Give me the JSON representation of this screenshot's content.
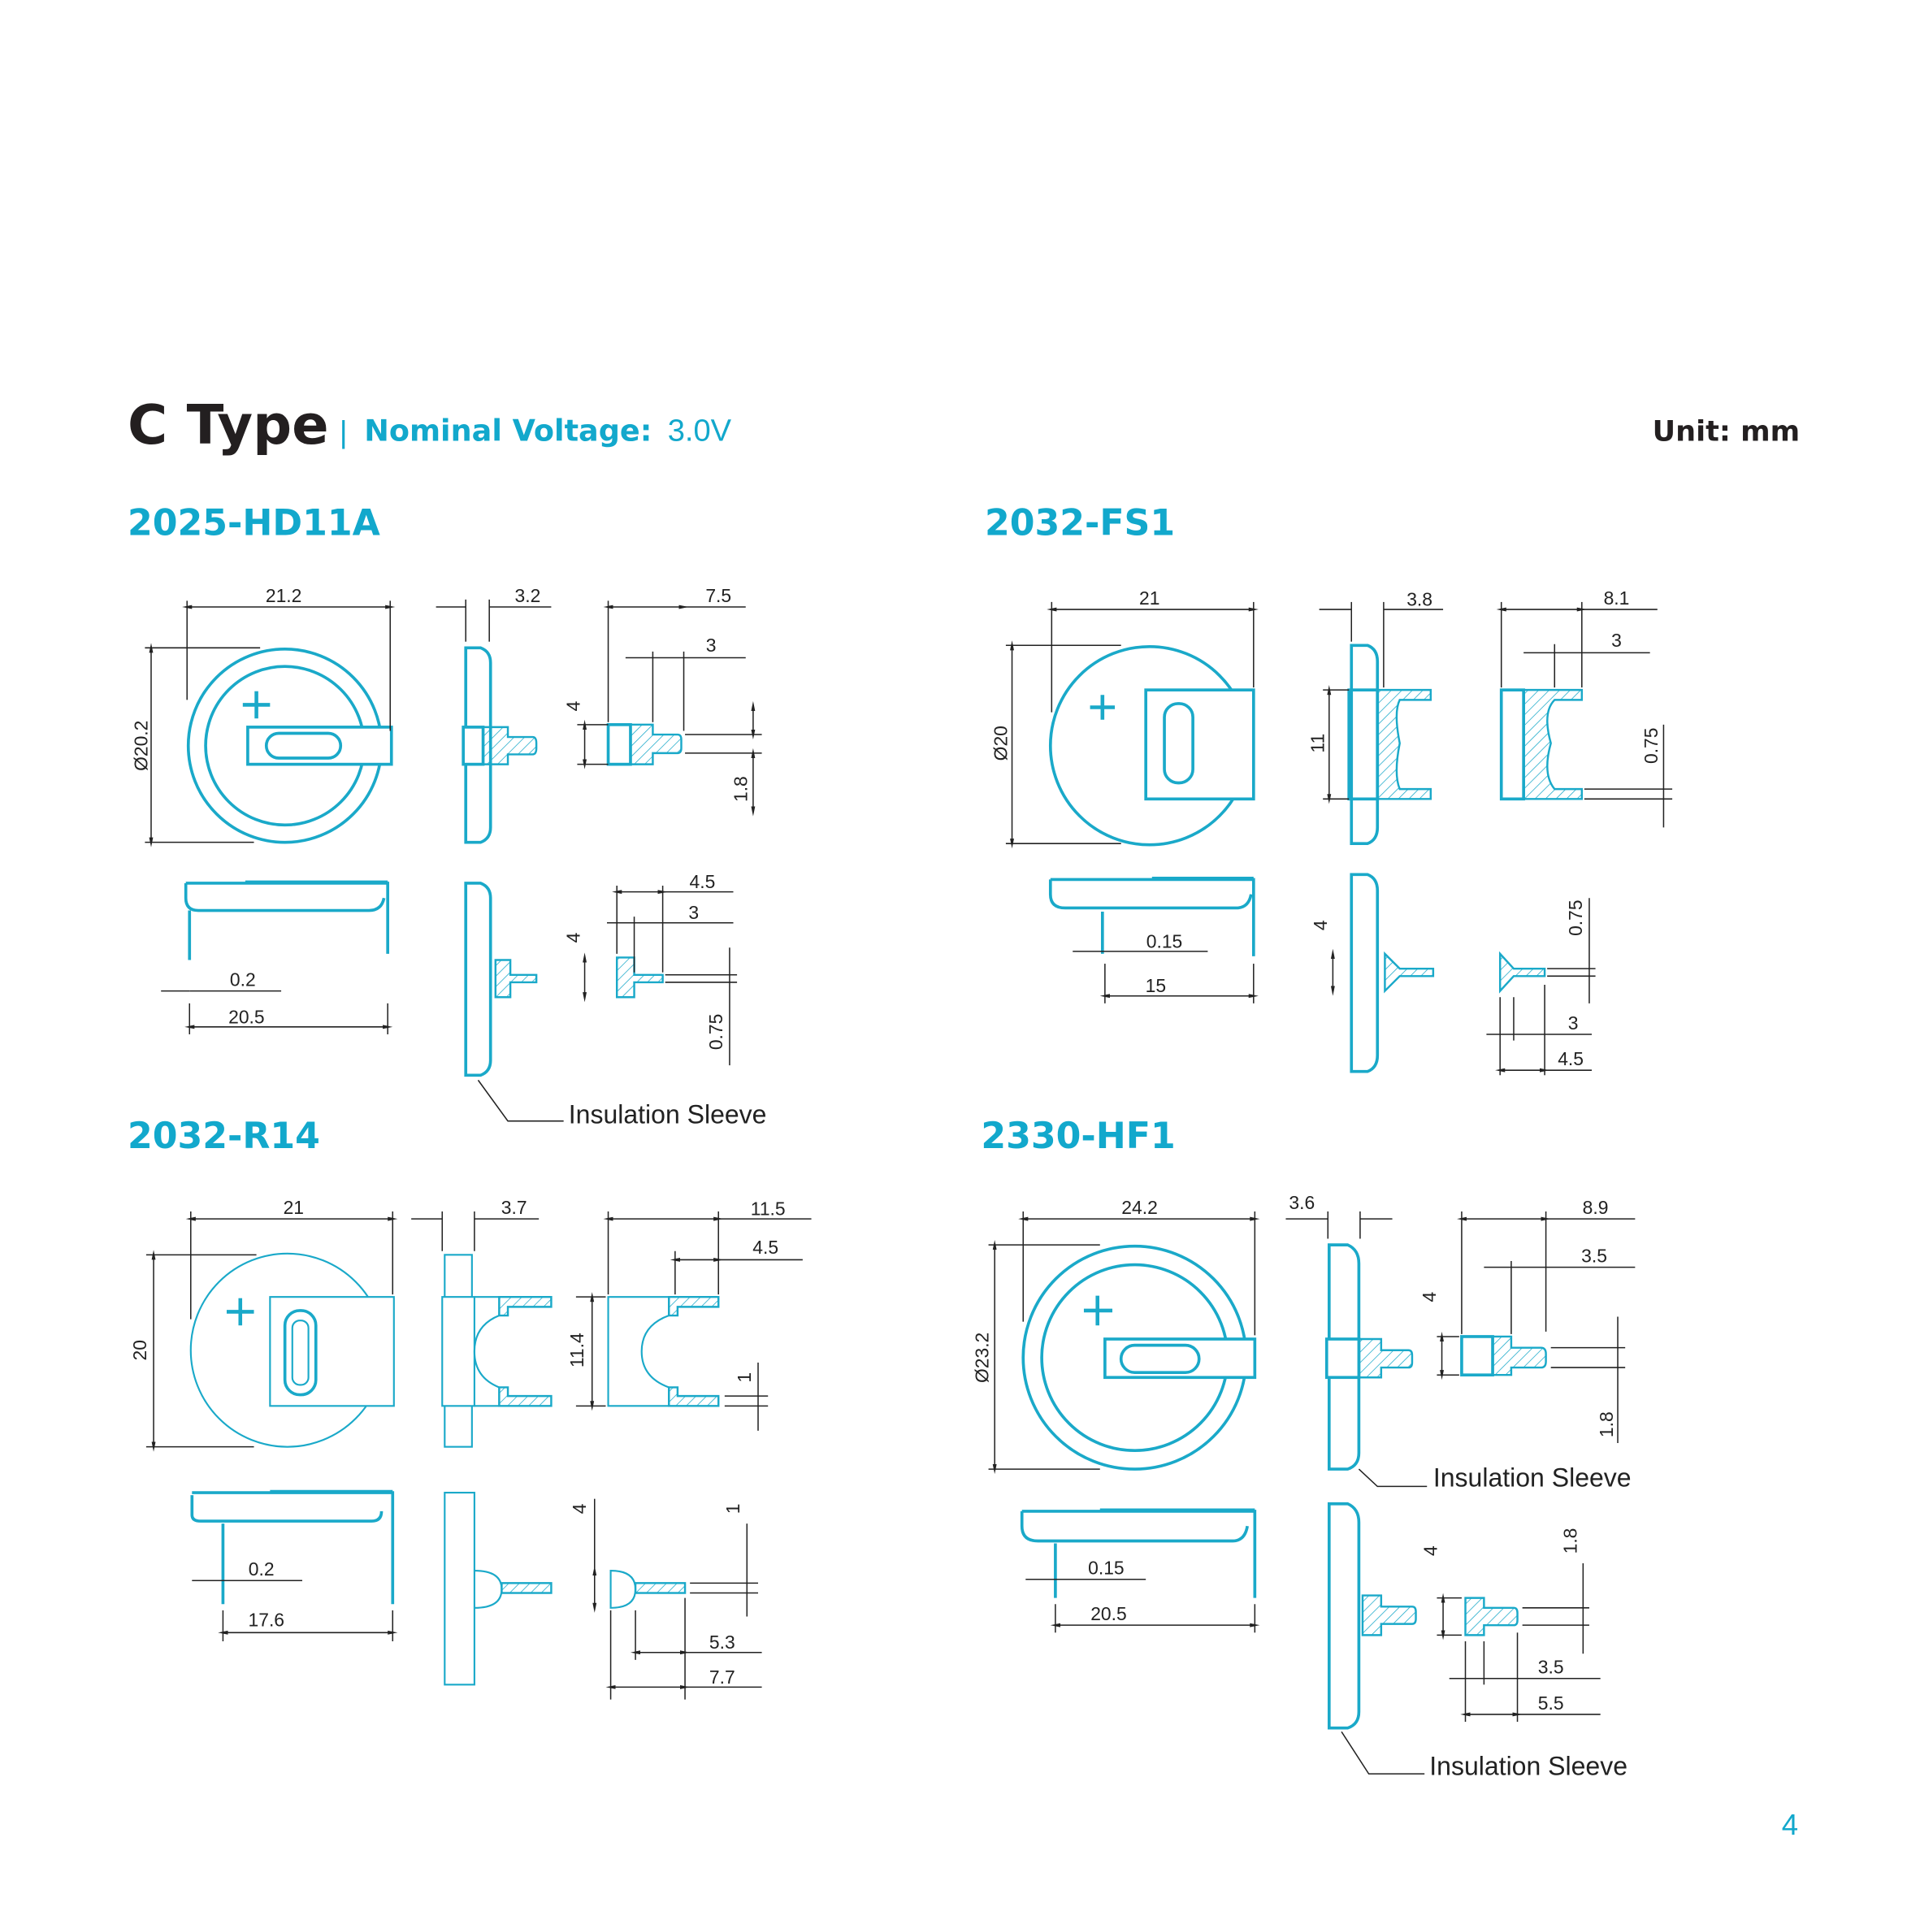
{
  "header": {
    "title": "C Type",
    "separator": "|",
    "voltage_label": "Nominal Voltage:",
    "voltage_value": "3.0V",
    "unit": "Unit: mm"
  },
  "parts": [
    {
      "name": "2025-HD11A",
      "dims": [
        "21.2",
        "Ø20.2",
        "3.2",
        "7.5",
        "3",
        "4",
        "1.8",
        "0.2",
        "20.5",
        "4.5",
        "3",
        "4",
        "0.75"
      ],
      "sleeve": "Insulation Sleeve"
    },
    {
      "name": "2032-FS1",
      "dims": [
        "21",
        "Ø20",
        "3.8",
        "11",
        "8.1",
        "3",
        "0.75",
        "0.15",
        "15",
        "4",
        "0.75",
        "3",
        "4.5"
      ]
    },
    {
      "name": "2032-R14",
      "dims": [
        "21",
        "20",
        "3.7",
        "11.4",
        "11.5",
        "4.5",
        "1",
        "0.2",
        "17.6",
        "4",
        "1",
        "5.3",
        "7.7"
      ]
    },
    {
      "name": "2330-HF1",
      "dims": [
        "24.2",
        "Ø23.2",
        "3.6",
        "8.9",
        "3.5",
        "4",
        "1.8",
        "0.15",
        "20.5",
        "4",
        "1.8",
        "3.5",
        "5.5"
      ],
      "sleeve_top": "Insulation Sleeve",
      "sleeve_bottom": "Insulation Sleeve"
    }
  ],
  "page_number": "4",
  "colors": {
    "accent": "#12a8cc",
    "text": "#231f20"
  }
}
